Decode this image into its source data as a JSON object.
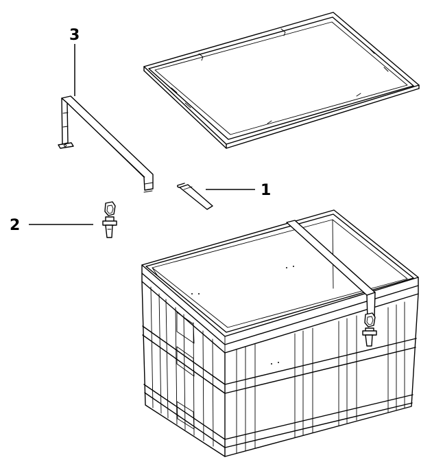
{
  "figure": {
    "parts": [
      {
        "id": "1",
        "label": "1",
        "icon": "strap-clip-icon"
      },
      {
        "id": "2",
        "label": "2",
        "icon": "latch-buckle-icon"
      },
      {
        "id": "3",
        "label": "3",
        "icon": "u-strap-band-icon"
      }
    ],
    "components": {
      "lid": "lid-icon",
      "crate": "crate-icon"
    },
    "colors": {
      "line": "#000000",
      "background": "#ffffff"
    }
  }
}
